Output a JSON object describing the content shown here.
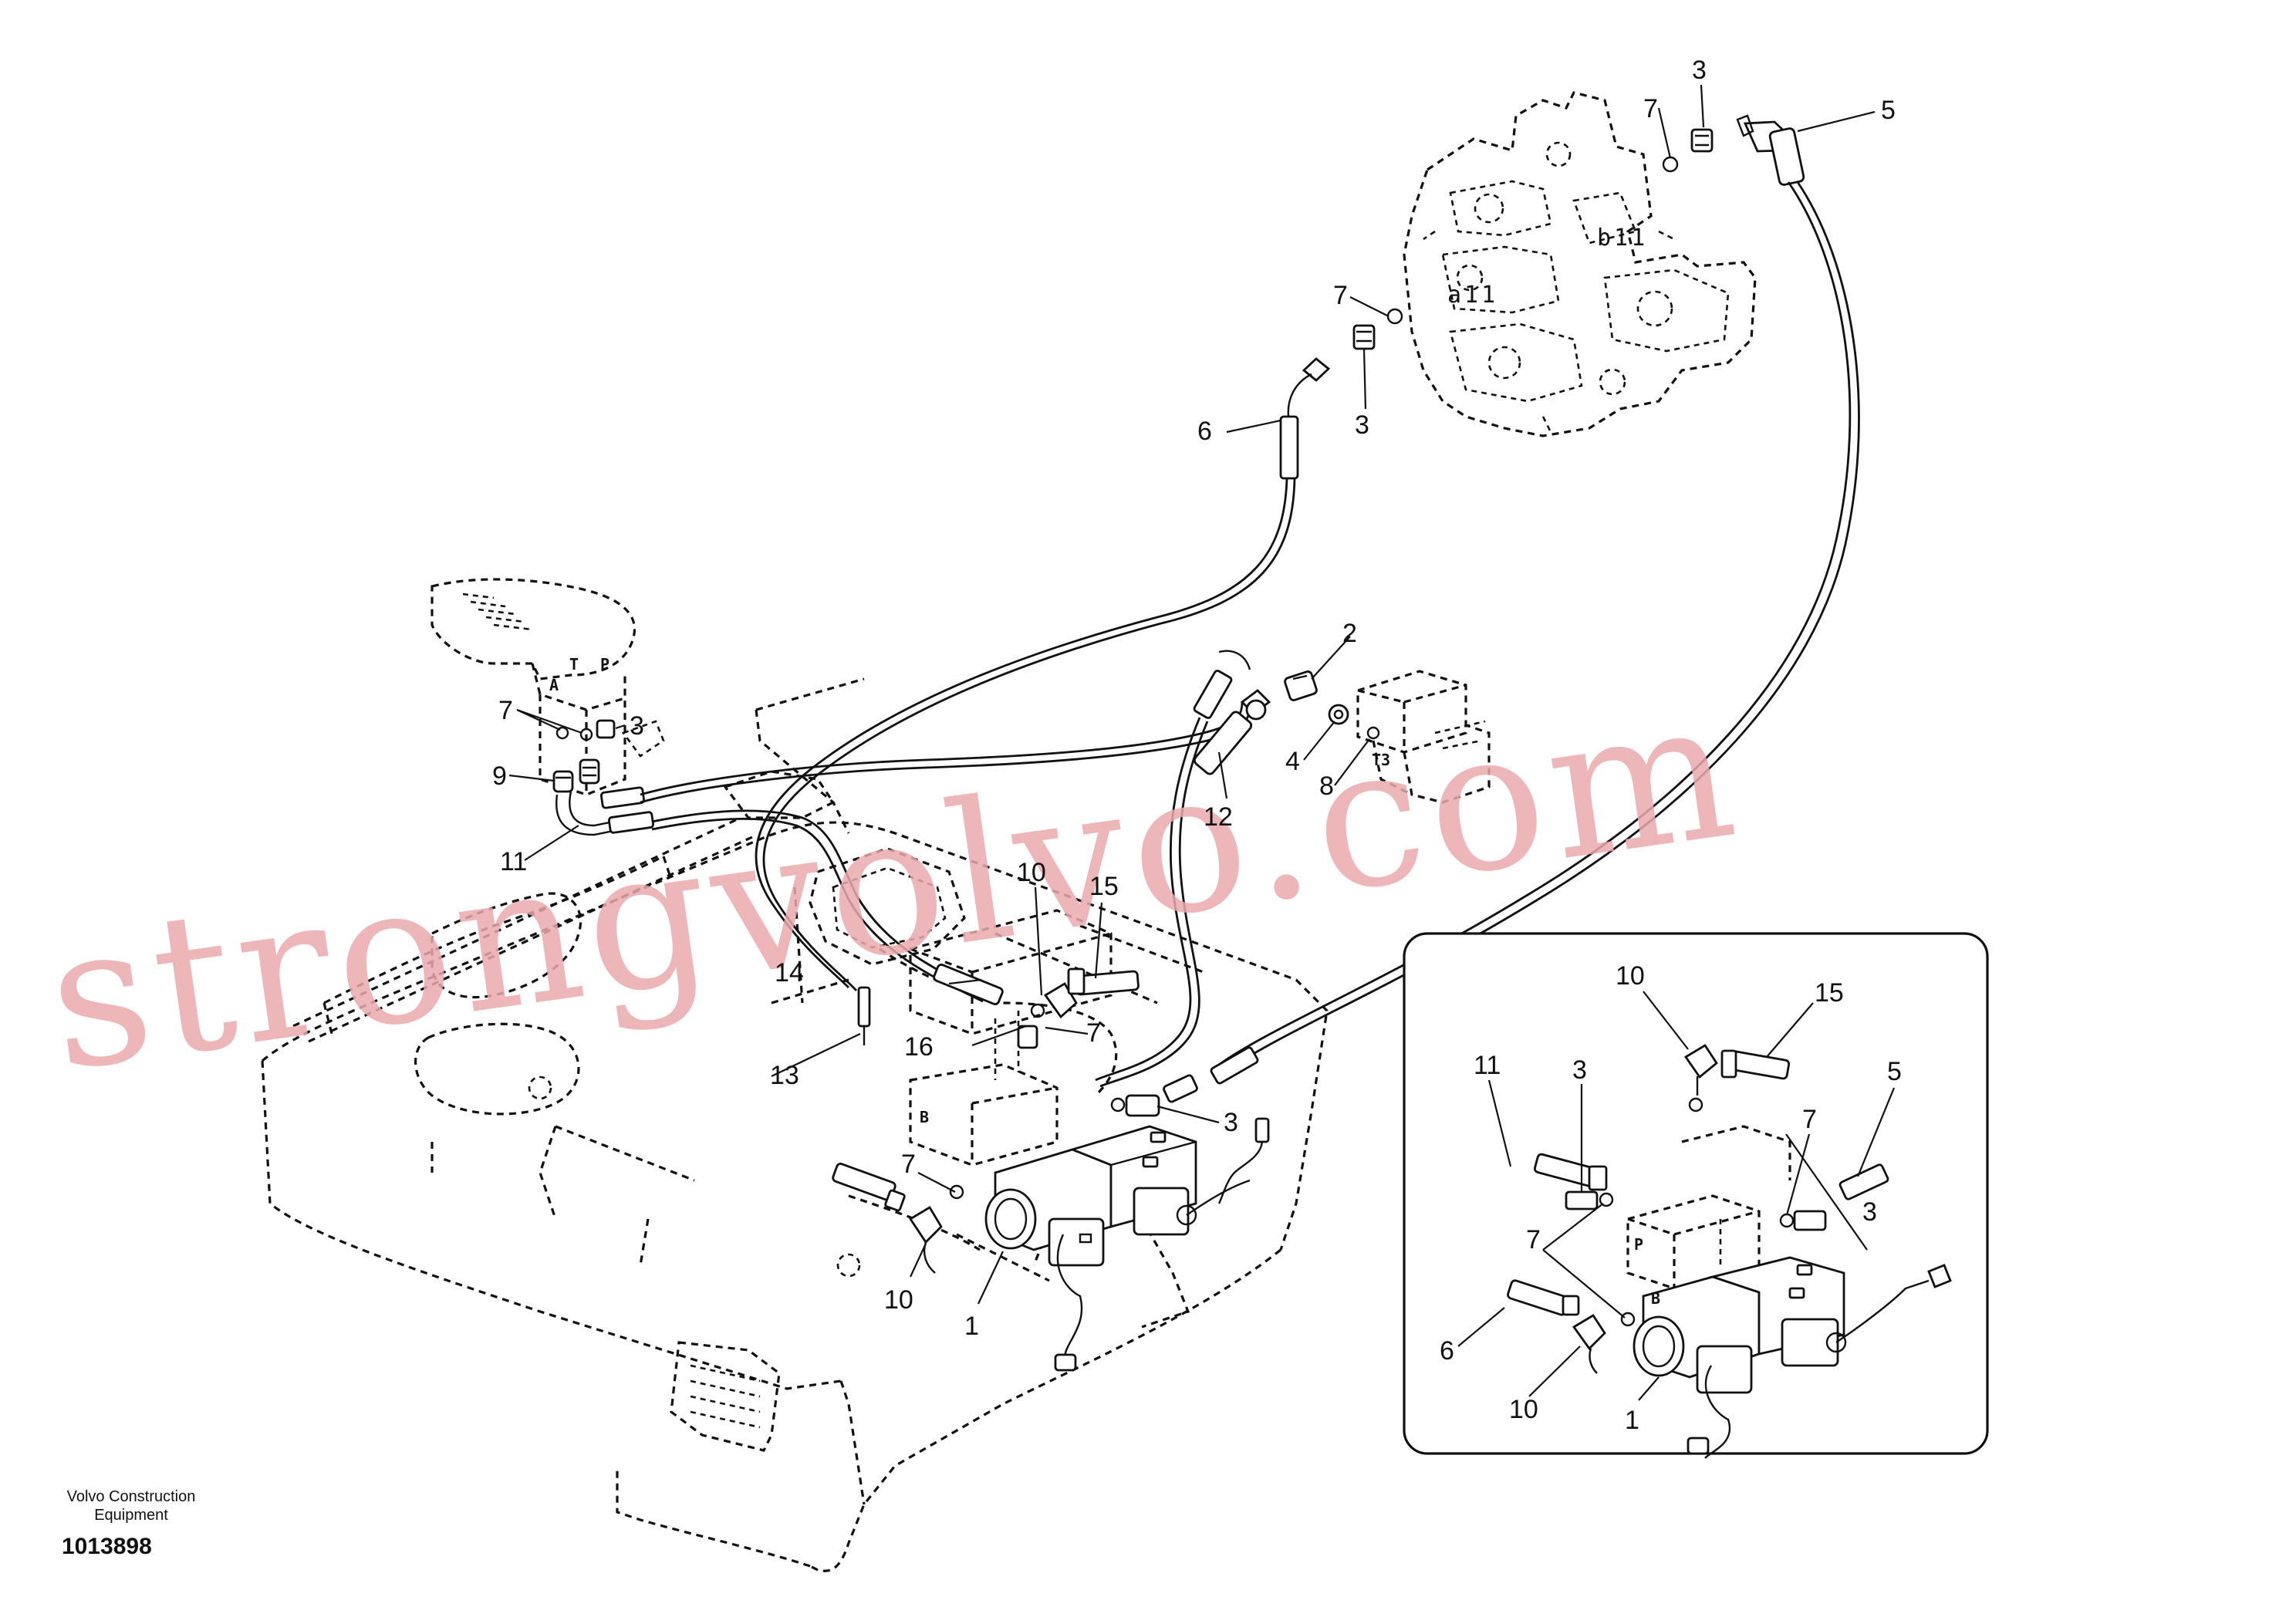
{
  "callouts": [
    {
      "id": "c5",
      "text": "5"
    },
    {
      "id": "c3a",
      "text": "3"
    },
    {
      "id": "c7a",
      "text": "7"
    },
    {
      "id": "c7b",
      "text": "7"
    },
    {
      "id": "c3b",
      "text": "3"
    },
    {
      "id": "c6",
      "text": "6"
    },
    {
      "id": "c2",
      "text": "2"
    },
    {
      "id": "c4",
      "text": "4"
    },
    {
      "id": "c8",
      "text": "8"
    },
    {
      "id": "c12",
      "text": "12"
    },
    {
      "id": "c7c",
      "text": "7"
    },
    {
      "id": "c3c",
      "text": "3"
    },
    {
      "id": "c9",
      "text": "9"
    },
    {
      "id": "c11",
      "text": "11"
    },
    {
      "id": "c10a",
      "text": "10"
    },
    {
      "id": "c15a",
      "text": "15"
    },
    {
      "id": "c14",
      "text": "14"
    },
    {
      "id": "c16",
      "text": "16"
    },
    {
      "id": "c13",
      "text": "13"
    },
    {
      "id": "c7d",
      "text": "7"
    },
    {
      "id": "c3d",
      "text": "3"
    },
    {
      "id": "c7e",
      "text": "7"
    },
    {
      "id": "c10b",
      "text": "10"
    },
    {
      "id": "c1a",
      "text": "1"
    },
    {
      "id": "i10a",
      "text": "10"
    },
    {
      "id": "i15",
      "text": "15"
    },
    {
      "id": "i11",
      "text": "11"
    },
    {
      "id": "i3a",
      "text": "3"
    },
    {
      "id": "i5",
      "text": "5"
    },
    {
      "id": "i7a",
      "text": "7"
    },
    {
      "id": "i3b",
      "text": "3"
    },
    {
      "id": "i7b",
      "text": "7"
    },
    {
      "id": "i6",
      "text": "6"
    },
    {
      "id": "i10b",
      "text": "10"
    },
    {
      "id": "i1",
      "text": "1"
    }
  ],
  "port_labels": {
    "b11": "b11",
    "a11": "a11",
    "t": "T",
    "p": "P",
    "a": "A",
    "t3": "T3",
    "b": "B",
    "b_inset": "B",
    "p_inset": "P"
  },
  "watermark": "strongvolvo.com",
  "footer": {
    "brand_line1": "Volvo Construction",
    "brand_line2": "Equipment",
    "doc_number": "1013898"
  }
}
